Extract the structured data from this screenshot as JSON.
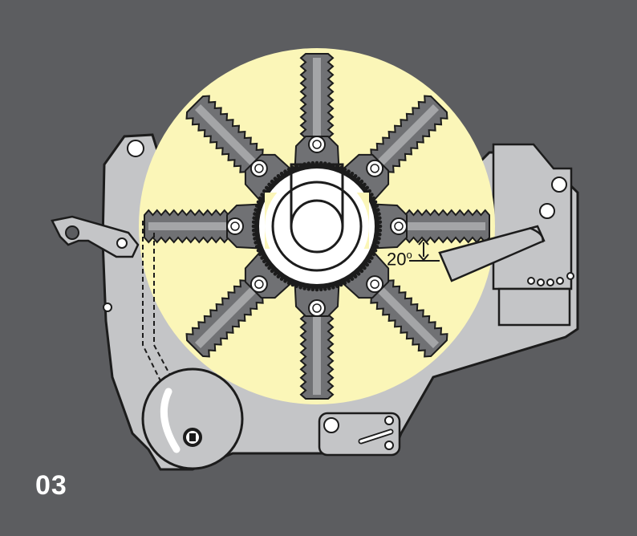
{
  "figure": {
    "step_number": "03",
    "angle_label": "20",
    "angle_unit_symbol": "o"
  },
  "colors": {
    "background": "#5c5d60",
    "frame": "#c4c5c7",
    "frame_stroke": "#1c1c1c",
    "disc": "#fbf6b8",
    "arm": "#707174",
    "arm_light": "#a4a5a7",
    "white": "#ffffff",
    "label": "#ffffff"
  },
  "wheel": {
    "arm_count": 8,
    "gear_teeth": 96
  },
  "icons": {
    "latch": "hook-latch-icon",
    "knob": "rotary-knob-icon",
    "slot": "slotted-plate-icon"
  }
}
